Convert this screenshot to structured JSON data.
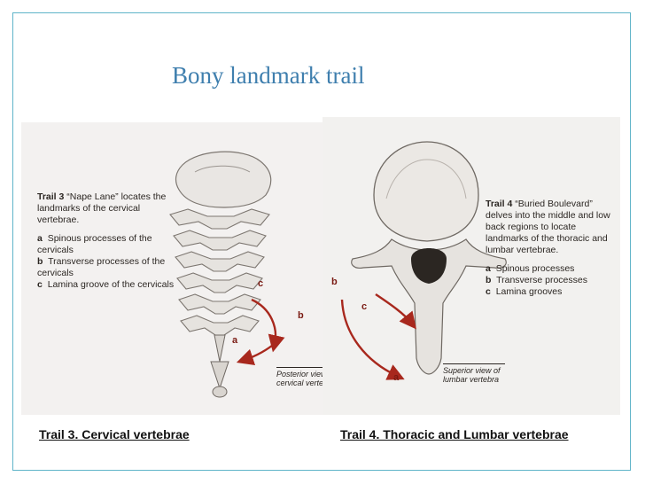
{
  "slide": {
    "title": "Bony landmark trail"
  },
  "left_panel": {
    "heading_bold": "Trail 3",
    "heading_text": "“Nape Lane” locates the landmarks of the cervical vertebrae.",
    "items": [
      {
        "letter": "a",
        "text": "Spinous processes of the cervicals"
      },
      {
        "letter": "b",
        "text": "Transverse processes of the cervicals"
      },
      {
        "letter": "c",
        "text": "Lamina groove of the cervicals"
      }
    ],
    "view_caption": "Posterior view of cervical vertebrae",
    "markers": [
      "a",
      "b",
      "c"
    ],
    "caption": "Trail 3. Cervical vertebrae"
  },
  "right_panel": {
    "heading_bold": "Trail 4",
    "heading_text": "“Buried Boulevard” delves into the middle and low back regions to locate landmarks of the thoracic and lumbar vertebrae.",
    "items": [
      {
        "letter": "a",
        "text": "Spinous processes"
      },
      {
        "letter": "b",
        "text": "Transverse processes"
      },
      {
        "letter": "c",
        "text": "Lamina grooves"
      }
    ],
    "view_caption": "Superior view of lumbar vertebra",
    "markers": [
      "a",
      "b",
      "c"
    ],
    "caption": "Trail 4. Thoracic and Lumbar vertebrae"
  },
  "colors": {
    "title": "#3f7fae",
    "frame": "#5fb4c9",
    "arrow": "#a8281d",
    "bone": "#e9e6e3",
    "bone_shadow": "#9a948f"
  }
}
